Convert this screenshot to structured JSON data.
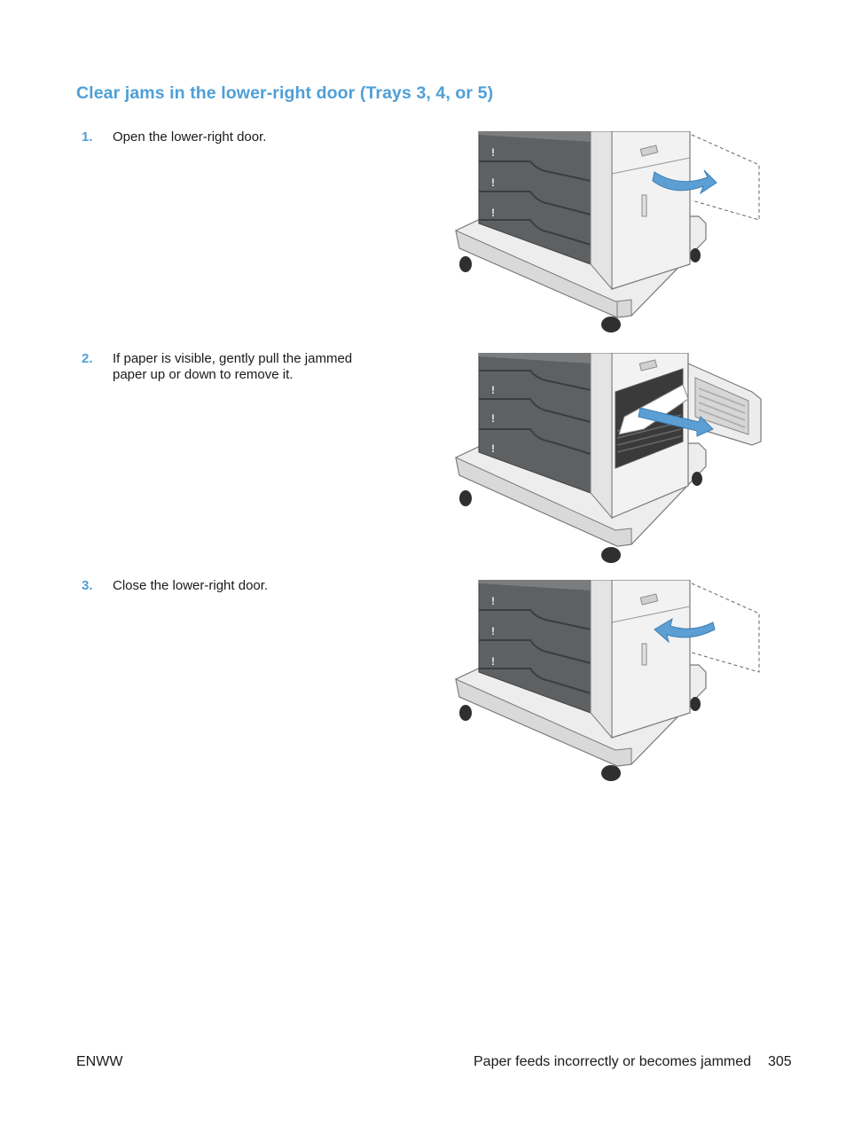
{
  "section": {
    "title": "Clear jams in the lower-right door (Trays 3, 4, or 5)"
  },
  "steps": [
    {
      "number": "1.",
      "text": "Open the lower-right door.",
      "illustration": "printer-door-opening"
    },
    {
      "number": "2.",
      "text": "If paper is visible, gently pull the jammed paper up or down to remove it.",
      "illustration": "printer-paper-removal"
    },
    {
      "number": "3.",
      "text": "Close the lower-right door.",
      "illustration": "printer-door-closing"
    }
  ],
  "footer": {
    "left": "ENWW",
    "title": "Paper feeds incorrectly or becomes jammed",
    "page": "305"
  },
  "colors": {
    "accent": "#4f9fd6",
    "arrow": "#5b9fd4",
    "tray_dark": "#5e6062",
    "cabinet": "#f2f2f2",
    "outline": "#7a7a7a"
  }
}
